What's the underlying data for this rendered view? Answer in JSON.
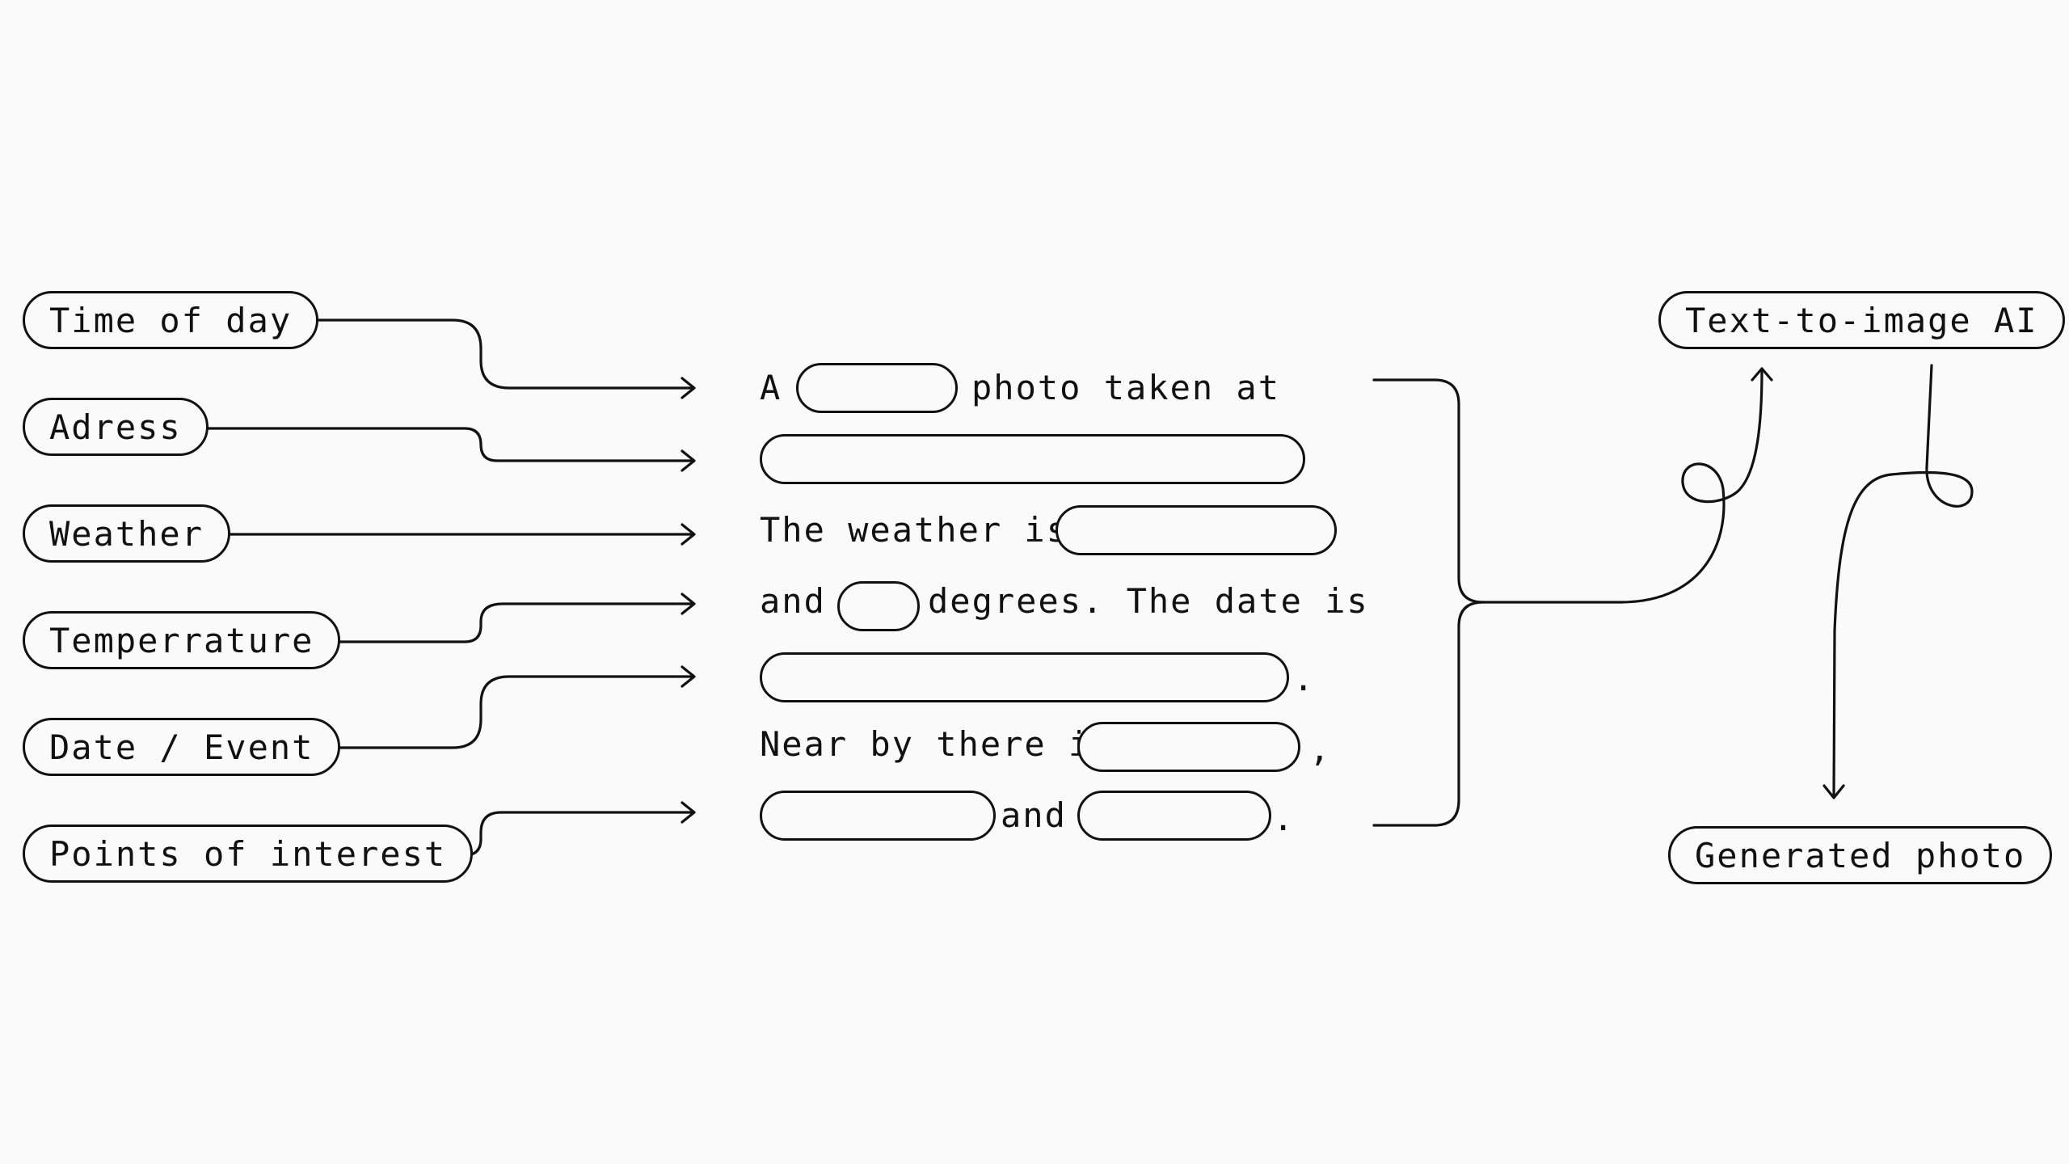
{
  "inputs": [
    {
      "label": "Time of day"
    },
    {
      "label": "Adress"
    },
    {
      "label": "Weather"
    },
    {
      "label": "Temperrature"
    },
    {
      "label": "Date / Event"
    },
    {
      "label": "Points of interest"
    }
  ],
  "template": {
    "line1_a": "A",
    "line1_b": "photo taken at",
    "line3": "The weather is",
    "line4_a": "and",
    "line4_b": "degrees. The date is",
    "line5_end": ".",
    "line6_a": "Near by there is",
    "line6_comma": ",",
    "line7_and": "and",
    "line7_end": "."
  },
  "model": {
    "label": "Text-to-image AI"
  },
  "output": {
    "label": "Generated photo"
  }
}
